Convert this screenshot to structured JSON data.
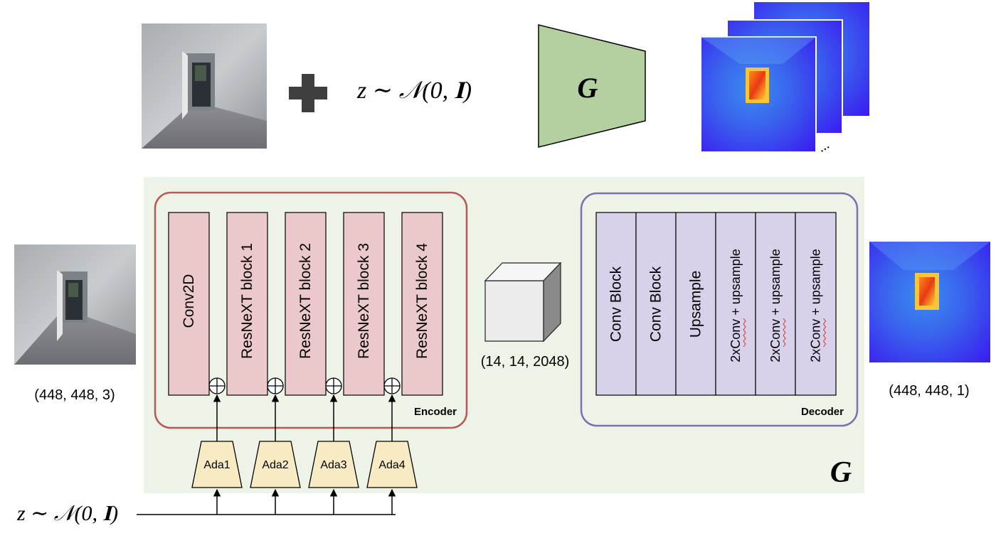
{
  "top_row": {
    "formula": "z ∼ 𝒩(0, 𝐈)",
    "generator_label": "G"
  },
  "bottom": {
    "generator_label": "G",
    "input_shape": "(448, 448, 3)",
    "output_shape": "(448, 448, 1)",
    "latent_shape": "(14, 14, 2048)",
    "noise_formula": "z ∼ 𝒩(0, 𝐈)",
    "encoder": {
      "title": "Encoder",
      "blocks": [
        "Conv2D",
        "ResNeXT block 1",
        "ResNeXT block 2",
        "ResNeXT block 3",
        "ResNeXT block 4"
      ]
    },
    "decoder": {
      "title": "Decoder",
      "blocks": [
        "Conv Block",
        "Conv Block",
        "Upsample",
        "2xConv + upsample",
        "2xConv + upsample",
        "2xConv + upsample"
      ]
    },
    "ada": [
      "Ada1",
      "Ada2",
      "Ada3",
      "Ada4"
    ]
  },
  "colors": {
    "panel_bg": "#eef3e8",
    "encoder_border": "#b55a55",
    "encoder_block": "#ebc9ca",
    "decoder_border": "#7a70b8",
    "decoder_block": "#d7d1ea",
    "ada_fill": "#f8ebc4",
    "generator_fill": "#b5d0a0"
  }
}
